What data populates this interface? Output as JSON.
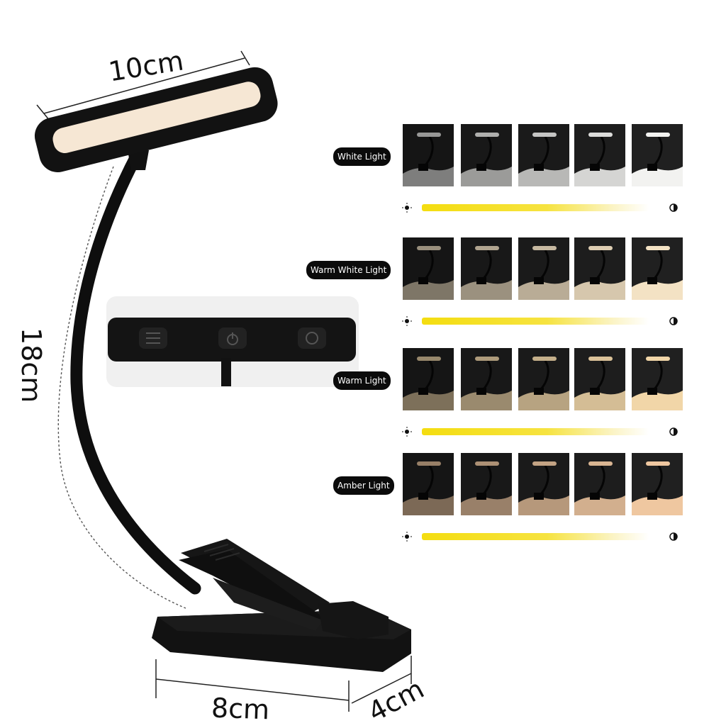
{
  "dimensions": {
    "lamp_head_width": "10cm",
    "neck_height": "18cm",
    "clip_width": "8cm",
    "clip_depth": "4cm"
  },
  "light_modes": [
    {
      "label": "White Light",
      "levels": [
        0.2,
        0.4,
        0.6,
        0.8,
        1.0
      ],
      "tone": "#f2f2f0"
    },
    {
      "label": "Warm White Light",
      "levels": [
        0.2,
        0.4,
        0.6,
        0.8,
        1.0
      ],
      "tone": "#f3e2c4"
    },
    {
      "label": "Warm Light",
      "levels": [
        0.2,
        0.4,
        0.6,
        0.8,
        1.0
      ],
      "tone": "#f1d6a8"
    },
    {
      "label": "Amber Light",
      "levels": [
        0.2,
        0.4,
        0.6,
        0.8,
        1.0
      ],
      "tone": "#efc7a0"
    }
  ],
  "colors": {
    "lamp_body": "#121212",
    "lamp_panel": "#f6e7d4",
    "slider_start": "#f4dd10",
    "slider_end": "#ffffff",
    "label_bg": "#0b0b0b"
  },
  "icons": [
    "brightness-sun-icon",
    "contrast-half-circle-icon",
    "touch-menu-icon",
    "power-icon",
    "color-mode-icon"
  ]
}
